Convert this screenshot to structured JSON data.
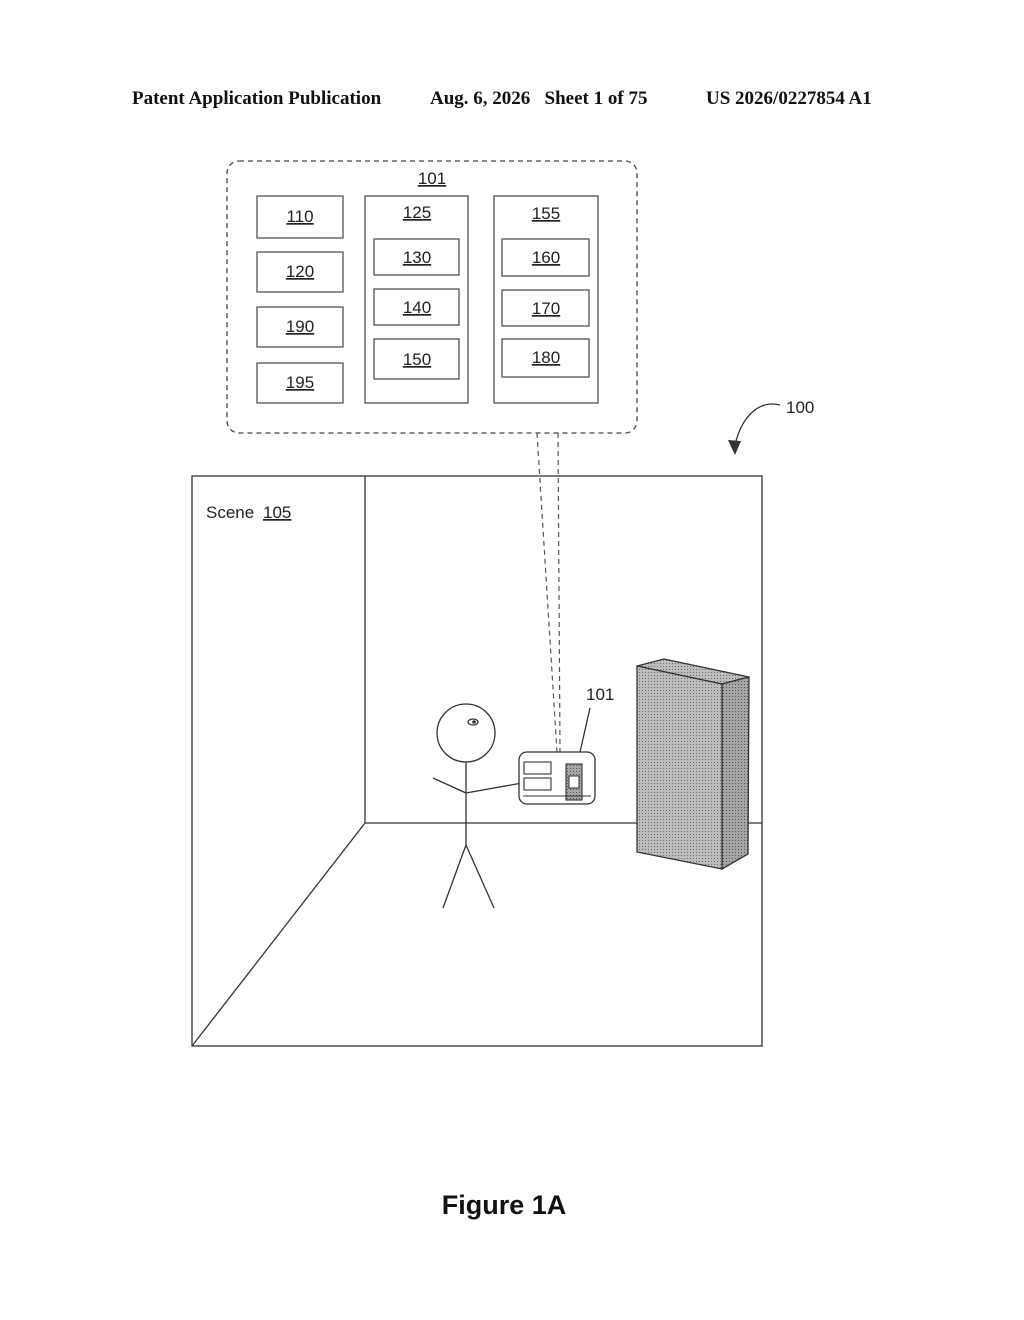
{
  "header": {
    "publication": "Patent Application Publication",
    "date_sheet": "Aug. 6, 2026   Sheet 1 of 75",
    "number": "US 2026/0227854 A1"
  },
  "device_detail": {
    "label": "101",
    "column_left": [
      "110",
      "120",
      "190",
      "195"
    ],
    "column_middle": {
      "label": "125",
      "items": [
        "130",
        "140",
        "150"
      ]
    },
    "column_right": {
      "label": "155",
      "items": [
        "160",
        "170",
        "180"
      ]
    }
  },
  "system_ref": "100",
  "scene": {
    "label_text": "Scene",
    "label_ref": "105"
  },
  "device_ref": "101",
  "caption": "Figure 1A"
}
